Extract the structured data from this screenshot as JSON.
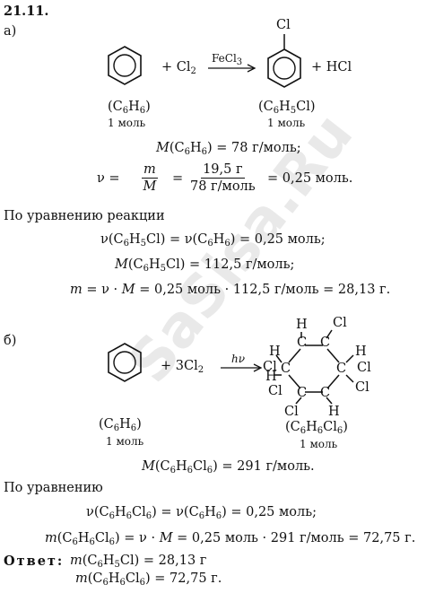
{
  "problem_number": "21.11.",
  "part_a": {
    "label": "а)",
    "reaction": {
      "plus1": "+ Cl",
      "plus1_sub": "2",
      "catalyst": "FeCl",
      "catalyst_sub": "3",
      "substituent": "Cl",
      "plus2": "+ HCl"
    },
    "reactant_formula": {
      "p1": "(C",
      "s1": "6",
      "p2": "H",
      "s2": "6",
      "p3": ")"
    },
    "reactant_amount": "1 моль",
    "product_formula": {
      "p1": "(C",
      "s1": "6",
      "p2": "H",
      "s2": "5",
      "p3": "Cl)"
    },
    "product_amount": "1 моль",
    "molar_mass_line": {
      "m": "M",
      "p1": "(C",
      "s1": "6",
      "p2": "H",
      "s2": "6",
      "p3": ") = 78 г/моль;"
    },
    "nu_line": {
      "nu": "ν =",
      "frac1_num": "m",
      "frac1_den": "M",
      "eq": "=",
      "frac2_num": "19,5 г",
      "frac2_den": "78 г/моль",
      "result": "= 0,25 моль."
    },
    "by_equation": "По уравнению реакции",
    "eq_line1": {
      "p1": "ν(C",
      "s1": "6",
      "p2": "H",
      "s2": "5",
      "p3": "Cl) = ν(C",
      "s3": "6",
      "p4": "H",
      "s4": "6",
      "p5": ") = 0,25 моль;"
    },
    "eq_line2": {
      "m": "M",
      "p1": "(C",
      "s1": "6",
      "p2": "H",
      "s2": "5",
      "p3": "Cl) = 112,5 г/моль;"
    },
    "eq_line3": {
      "m": "m",
      "p1": " = ν · ",
      "m2": "M",
      "p2": " = 0,25 моль · 112,5 г/моль = 28,13 г."
    }
  },
  "part_b": {
    "label": "б)",
    "reaction": {
      "plus1": "+ 3Cl",
      "plus1_sub": "2",
      "condition": "hν"
    },
    "product_atoms": {
      "h": "H",
      "c": "C",
      "cl": "Cl"
    },
    "reactant_formula": {
      "p1": "(C",
      "s1": "6",
      "p2": "H",
      "s2": "6",
      "p3": ")"
    },
    "reactant_amount": "1 моль",
    "product_formula": {
      "p1": "(C",
      "s1": "6",
      "p2": "H",
      "s2": "6",
      "p3": "Cl",
      "s3": "6",
      "p4": ")"
    },
    "product_amount": "1 моль",
    "molar_mass_line": {
      "m": "M",
      "p1": "(C",
      "s1": "6",
      "p2": "H",
      "s2": "6",
      "p3": "Cl",
      "s3": "6",
      "p4": ") = 291 г/моль."
    },
    "by_equation": "По уравнению",
    "eq_line1": {
      "p1": "ν(C",
      "s1": "6",
      "p2": "H",
      "s2": "6",
      "p3": "Cl",
      "s3": "6",
      "p4": ") = ν(C",
      "s4": "6",
      "p5": "H",
      "s5": "6",
      "p6": ") = 0,25 моль;"
    },
    "eq_line2": {
      "m": "m",
      "p1": "(C",
      "s1": "6",
      "p2": "H",
      "s2": "6",
      "p3": "Cl",
      "s3": "6",
      "p4": ") = ν · ",
      "m2": "M",
      "p5": " = 0,25 моль · 291 г/моль = 72,75 г."
    }
  },
  "answer": {
    "label": "Ответ:",
    "line1": {
      "m": "m",
      "p1": "(C",
      "s1": "6",
      "p2": "H",
      "s2": "5",
      "p3": "Cl) = 28,13 г"
    },
    "line2": {
      "m": "m",
      "p1": "(C",
      "s1": "6",
      "p2": "H",
      "s2": "6",
      "p3": "Cl",
      "s3": "6",
      "p4": ") = 72,75 г."
    }
  },
  "watermark": "SaSisa.Ru"
}
